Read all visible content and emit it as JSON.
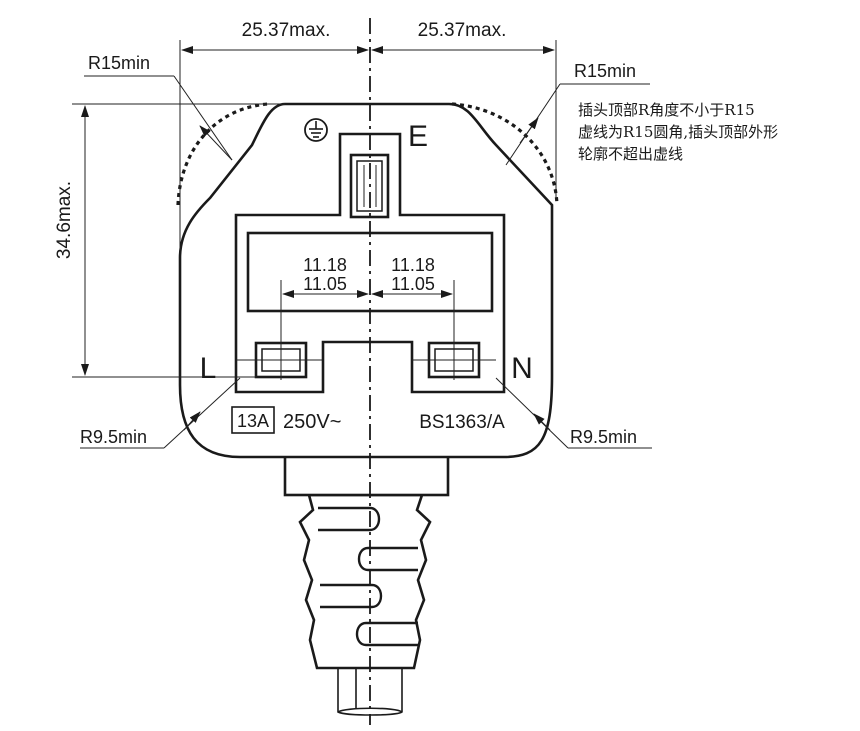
{
  "dimensions": {
    "width_left": "25.37max.",
    "width_right": "25.37max.",
    "height": "34.6max.",
    "pin_spacing_outer_left": "11.18",
    "pin_spacing_outer_right": "11.18",
    "pin_spacing_inner_left": "11.05",
    "pin_spacing_inner_right": "11.05",
    "radius_top_left": "R15min",
    "radius_top_right": "R15min",
    "radius_bottom_left": "R9.5min",
    "radius_bottom_right": "R9.5min"
  },
  "pins": {
    "earth": "E",
    "live": "L",
    "neutral": "N"
  },
  "markings": {
    "current": "13A",
    "voltage": "250V~",
    "standard": "BS1363/A"
  },
  "note_lines": [
    "插头顶部R角度不小于R15",
    "虚线为R15圆角,插头顶部外形",
    "轮廓不超出虚线"
  ],
  "icons": {
    "ground": "earth-ground-icon"
  }
}
